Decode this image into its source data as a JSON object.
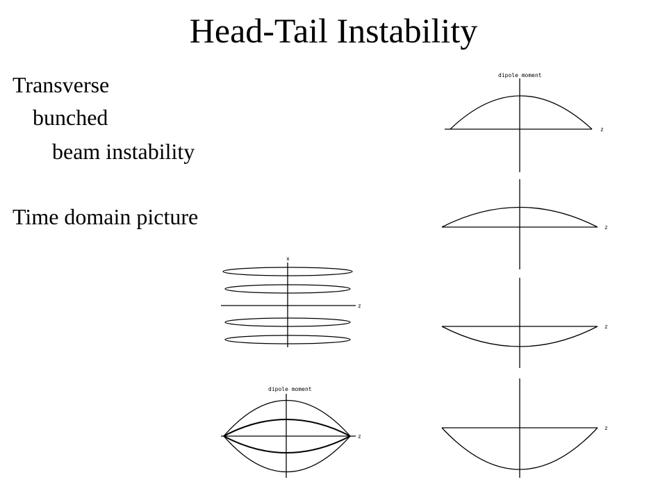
{
  "slide": {
    "title": "Head-Tail Instability",
    "lines": [
      "Transverse",
      "bunched",
      "beam instability",
      "Time domain picture"
    ]
  },
  "figure": {
    "dipole_label": "dipole moment",
    "z_label": "z",
    "x_label": "x"
  },
  "colors": {
    "text": "#000000",
    "lines": "#000000",
    "background": "#ffffff"
  }
}
